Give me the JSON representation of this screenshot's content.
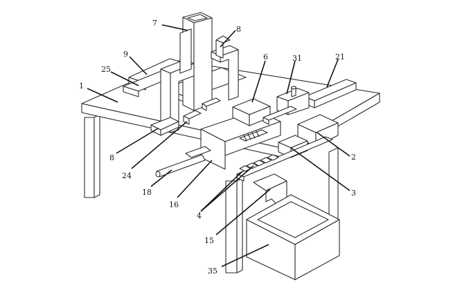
{
  "labels": [
    {
      "text": "7"
    },
    {
      "text": "8"
    },
    {
      "text": "9"
    },
    {
      "text": "25"
    },
    {
      "text": "6"
    },
    {
      "text": "31"
    },
    {
      "text": "21"
    },
    {
      "text": "1"
    },
    {
      "text": "2"
    },
    {
      "text": "3"
    },
    {
      "text": "8"
    },
    {
      "text": "24"
    },
    {
      "text": "18"
    },
    {
      "text": "16"
    },
    {
      "text": "4"
    },
    {
      "text": "15"
    },
    {
      "text": "35"
    }
  ],
  "colors": {
    "line": "#2a2a2a",
    "background": "#ffffff"
  }
}
